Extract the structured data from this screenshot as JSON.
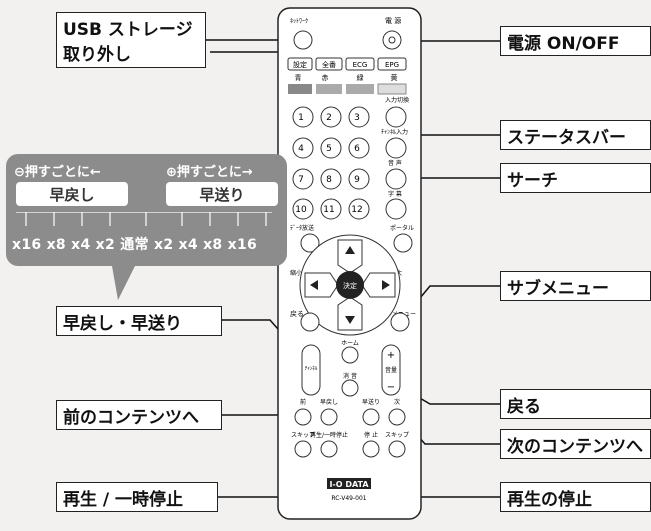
{
  "callouts": {
    "usb": [
      "USB ストレージ",
      "取り外し"
    ],
    "power": "電源 ON/OFF",
    "status": "ステータスバー",
    "search": "サーチ",
    "submenu": "サブメニュー",
    "ffrw": "早戻し・早送り",
    "back": "戻る",
    "prev": "前のコンテンツへ",
    "next": "次のコンテンツへ",
    "playpause": "再生 / 一時停止",
    "stop": "再生の停止"
  },
  "speed": {
    "left_head": "押すごとに←",
    "right_head": "押すごとに→",
    "rewind": "早戻し",
    "forward": "早送り",
    "row": "x16 x8  x4  x2 通常 x2  x4  x8 x16"
  },
  "remote": {
    "network": "ﾈｯﾄﾜｰｸ",
    "power": "電 源",
    "setup": "設定",
    "all": "全番",
    "ecg": "ECG",
    "epg": "EPG",
    "blue": "青",
    "red": "赤",
    "green": "緑",
    "yellow": "黄",
    "input_switch": "入力切換",
    "channel_input": "ﾁｬﾝﾈﾙ入力",
    "audio": "音 声",
    "subtitle": "字 幕",
    "data": "ﾃﾞｰﾀ放送",
    "portal": "ポータル",
    "zoom_out": "縮小",
    "zoom_in": "拡大",
    "enter": "決定",
    "back": "戻る",
    "home": "ホーム",
    "menu": "メニュー",
    "channel": "ﾁｬﾝﾈﾙ",
    "mute": "消 音",
    "volume": "音量",
    "prev": "前",
    "rewind": "早戻し",
    "forward": "早送り",
    "next": "次",
    "skip_back": "スキップ",
    "playpause": "再生/一時停止",
    "stop": "停 止",
    "skip_fwd": "スキップ",
    "brand": "I-O DATA",
    "model": "RC-V49-001",
    "numbers": [
      "1",
      "2",
      "3",
      "4",
      "5",
      "6",
      "7",
      "8",
      "9",
      "10",
      "11",
      "12"
    ]
  }
}
